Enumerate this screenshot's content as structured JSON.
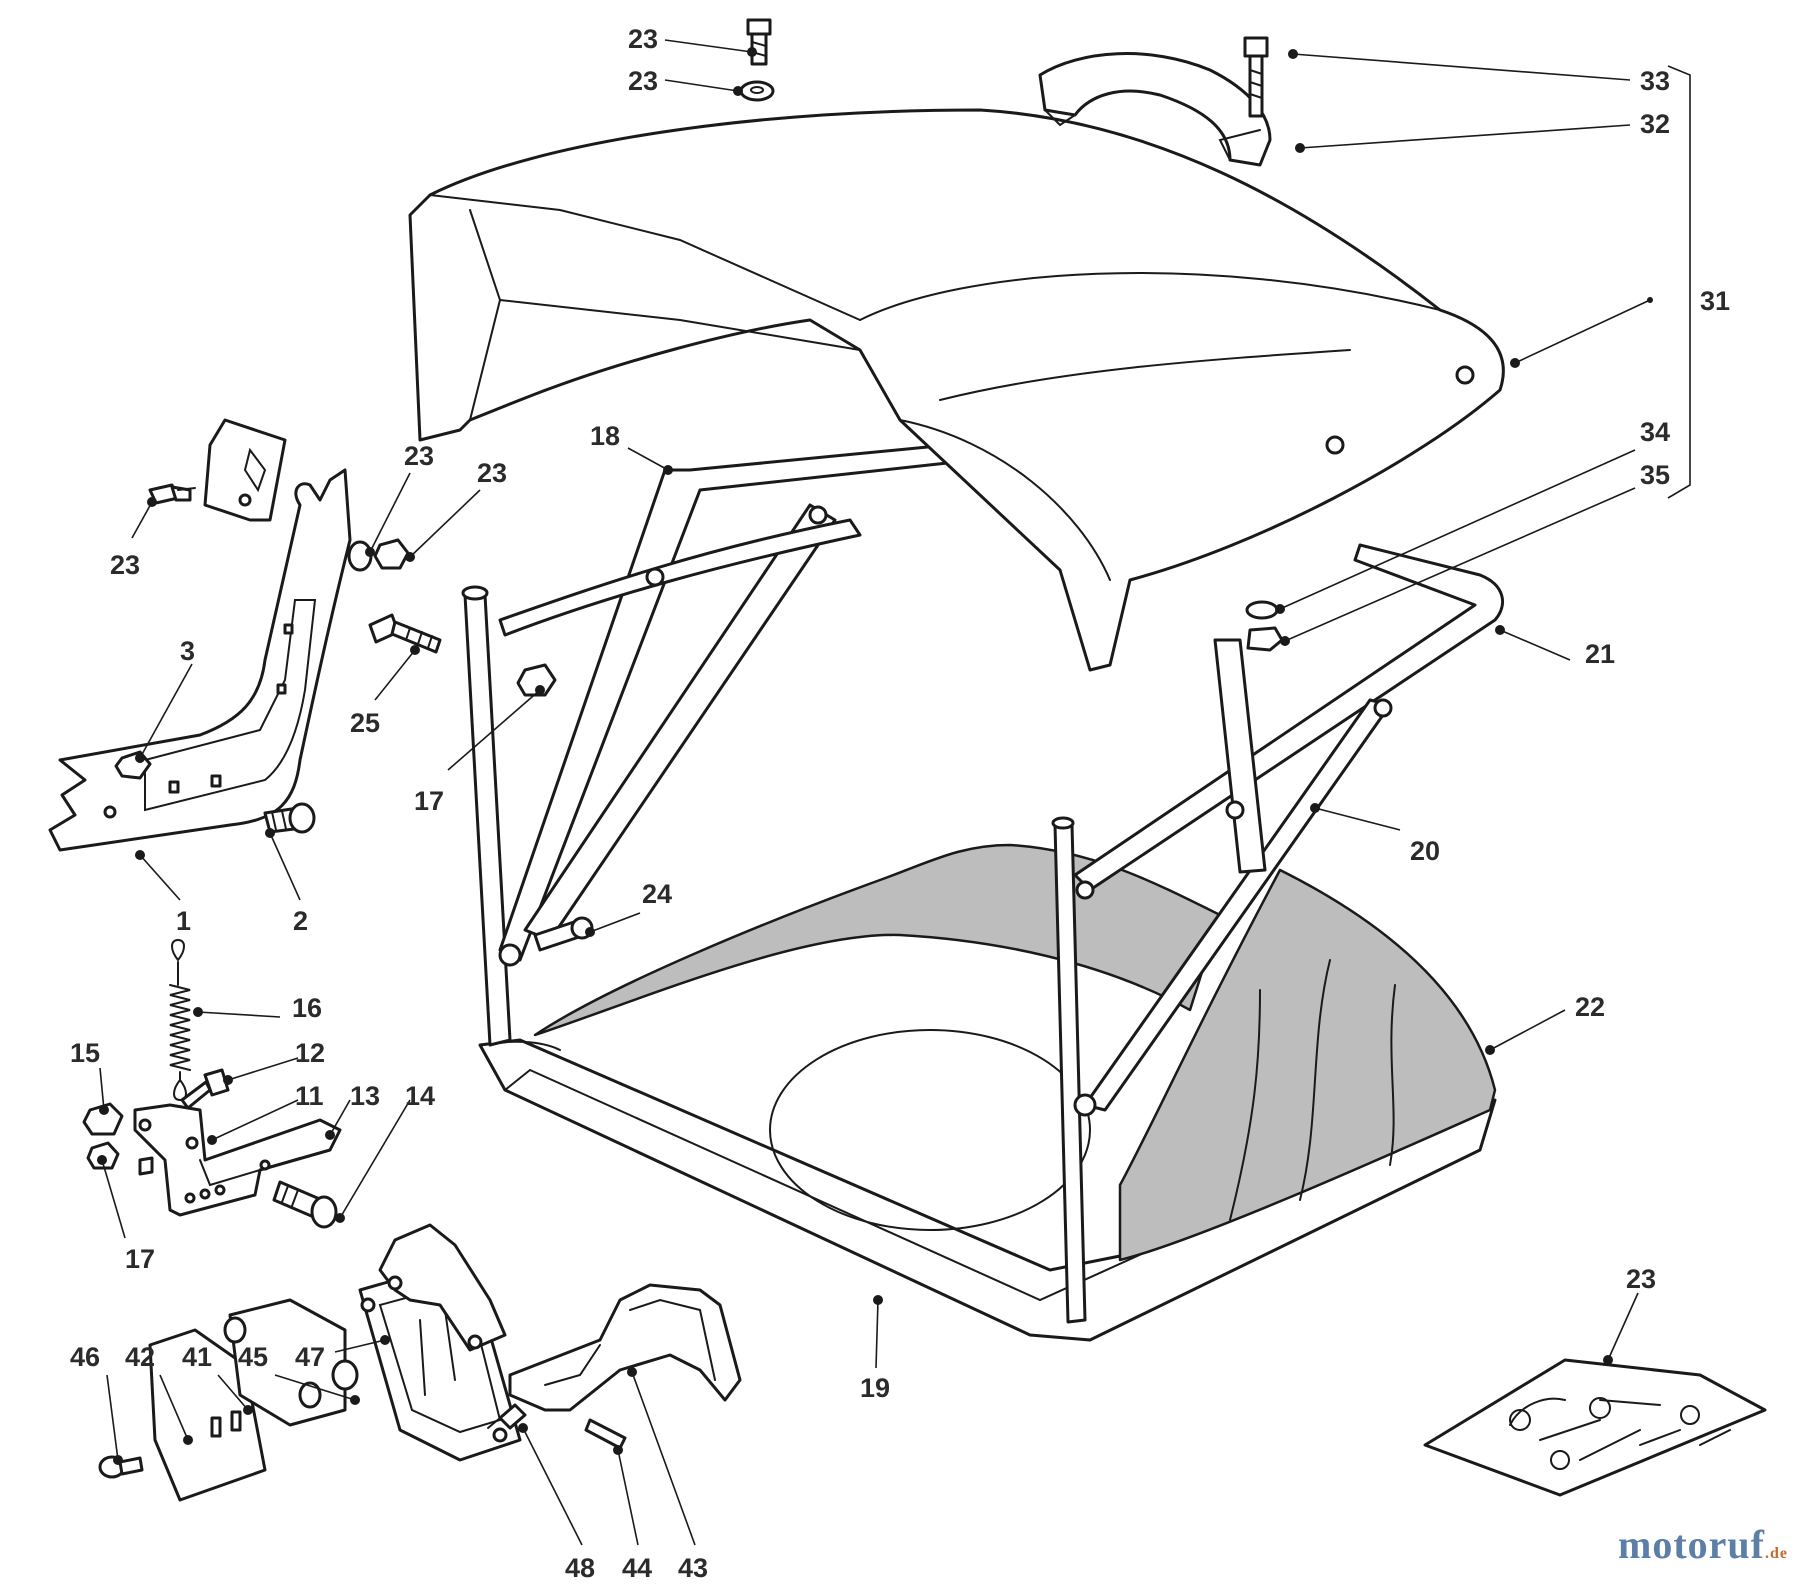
{
  "callouts": [
    {
      "id": "c23a",
      "text": "23"
    },
    {
      "id": "c23b",
      "text": "23"
    },
    {
      "id": "c33",
      "text": "33"
    },
    {
      "id": "c32",
      "text": "32"
    },
    {
      "id": "c31",
      "text": "31"
    },
    {
      "id": "c34",
      "text": "34"
    },
    {
      "id": "c35",
      "text": "35"
    },
    {
      "id": "c18",
      "text": "18"
    },
    {
      "id": "c23c",
      "text": "23"
    },
    {
      "id": "c23d",
      "text": "23"
    },
    {
      "id": "c23e",
      "text": "23"
    },
    {
      "id": "c3",
      "text": "3"
    },
    {
      "id": "c25",
      "text": "25"
    },
    {
      "id": "c17a",
      "text": "17"
    },
    {
      "id": "c21",
      "text": "21"
    },
    {
      "id": "c20",
      "text": "20"
    },
    {
      "id": "c1",
      "text": "1"
    },
    {
      "id": "c2",
      "text": "2"
    },
    {
      "id": "c24",
      "text": "24"
    },
    {
      "id": "c16",
      "text": "16"
    },
    {
      "id": "c22",
      "text": "22"
    },
    {
      "id": "c15",
      "text": "15"
    },
    {
      "id": "c12",
      "text": "12"
    },
    {
      "id": "c11",
      "text": "11"
    },
    {
      "id": "c13",
      "text": "13"
    },
    {
      "id": "c14",
      "text": "14"
    },
    {
      "id": "c17b",
      "text": "17"
    },
    {
      "id": "c23f",
      "text": "23"
    },
    {
      "id": "c19",
      "text": "19"
    },
    {
      "id": "c46",
      "text": "46"
    },
    {
      "id": "c42",
      "text": "42"
    },
    {
      "id": "c41",
      "text": "41"
    },
    {
      "id": "c45",
      "text": "45"
    },
    {
      "id": "c47",
      "text": "47"
    },
    {
      "id": "c48",
      "text": "48"
    },
    {
      "id": "c44",
      "text": "44"
    },
    {
      "id": "c43",
      "text": "43"
    }
  ],
  "watermark": {
    "main": "motoruf",
    "tld": ".de"
  },
  "colors": {
    "line": "#1a1a1a",
    "fabric": "#bdbdbd",
    "label": "#2b2b2b"
  }
}
